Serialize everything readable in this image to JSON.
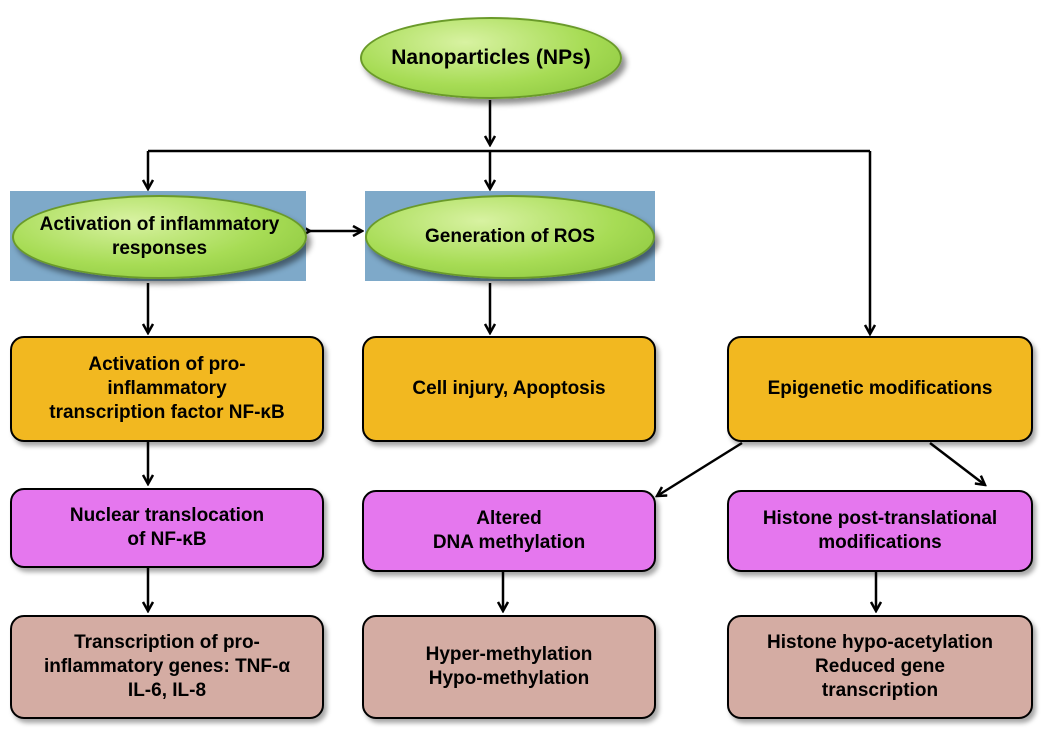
{
  "nodes": {
    "nanoparticles": "Nanoparticles  (NPs)",
    "inflammatory": "Activation of inflammatory\nresponses",
    "ros": "Generation of ROS",
    "nfkb_activation": "Activation of pro-\ninflammatory\ntranscription factor NF-κB",
    "cell_injury": "Cell injury, Apoptosis",
    "epigenetic": "Epigenetic modifications",
    "nuclear_translocation": "Nuclear translocation\nof NF-κB",
    "dna_methylation": "Altered\nDNA methylation",
    "histone_modifications": "Histone post-translational\nmodifications",
    "transcription_genes": "Transcription of pro-\ninflammatory genes: TNF-α\nIL-6, IL-8",
    "methylation_types": "Hyper-methylation\nHypo-methylation",
    "histone_hypoacetylation": "Histone hypo-acetylation\nReduced gene\ntranscription"
  },
  "colors": {
    "ellipse_fill": "#a7dc55",
    "highlight_bg": "#7ea9c9",
    "level1_box": "#f2b820",
    "level2_box": "#e577ee",
    "level3_box": "#d4aca3",
    "arrow": "#000000"
  }
}
